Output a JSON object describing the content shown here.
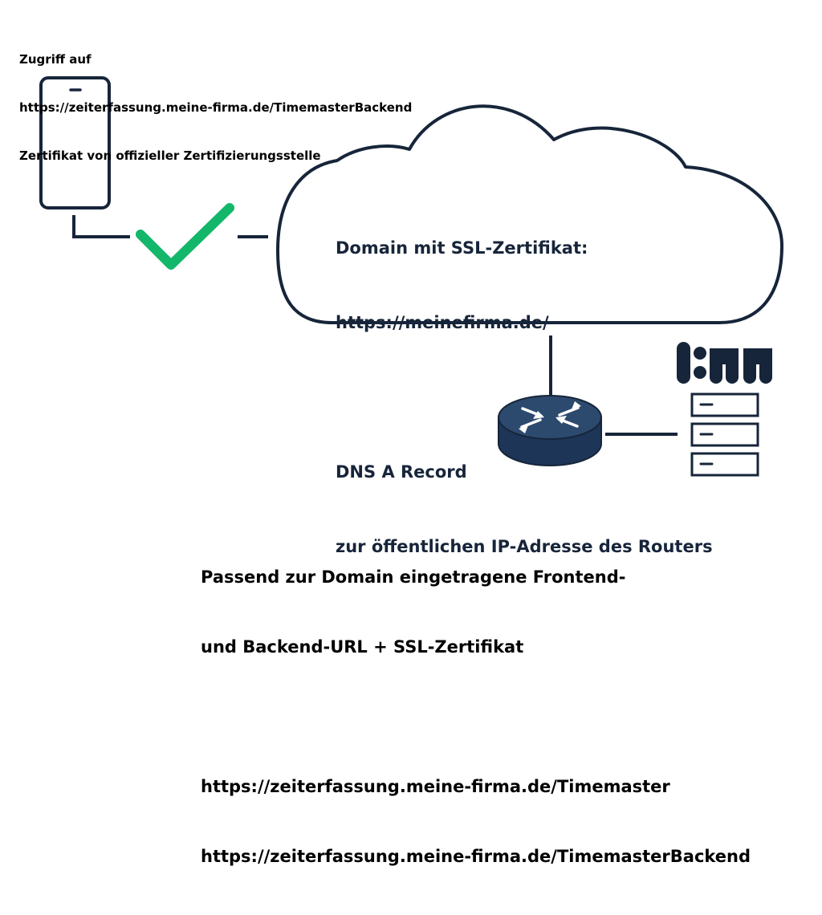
{
  "top_caption": {
    "line1": "Zugriff auf",
    "line2": "https://zeiterfassung.meine-firma.de/TimemasterBackend",
    "line3": "Zertifikat von offizieller Zertifizierungsstelle"
  },
  "cloud": {
    "line1": "Domain mit SSL-Zertifikat:",
    "line2": "https://meinefirma.de/",
    "line3": "",
    "line4": "DNS A Record",
    "line5": "zur öffentlichen IP-Adresse des Routers"
  },
  "bottom": {
    "line1": "Passend zur Domain eingetragene Frontend-",
    "line2": "und Backend-URL + SSL-Zertifikat",
    "line3": "",
    "line4": "https://zeiterfassung.meine-firma.de/Timemaster",
    "line5": "https://zeiterfassung.meine-firma.de/TimemasterBackend"
  },
  "colors": {
    "line": "#17253a",
    "check": "#12b76a",
    "router_top": "#2c4a6e",
    "router_side": "#1d3657"
  }
}
